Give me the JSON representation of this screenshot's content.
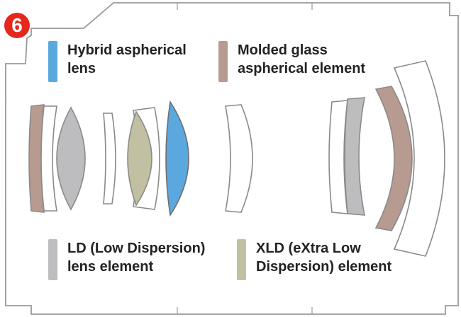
{
  "figure": {
    "number": "6"
  },
  "legend": [
    {
      "key": "hybrid",
      "lines": [
        "Hybrid aspherical",
        "lens"
      ],
      "color": "#5aa8de"
    },
    {
      "key": "molded",
      "lines": [
        "Molded glass",
        "aspherical element"
      ],
      "color": "#b79a90"
    },
    {
      "key": "ld",
      "lines": [
        "LD (Low Dispersion)",
        "lens element"
      ],
      "color": "#bdbdbf"
    },
    {
      "key": "xld",
      "lines": [
        "XLD (eXtra Low",
        "Dispersion) element"
      ],
      "color": "#c2c0a2"
    }
  ],
  "colors": {
    "outline": "#9a9a9a",
    "hybrid": "#5aa8de",
    "molded": "#b79a90",
    "ld": "#bdbdbf",
    "xld": "#c2c0a2"
  }
}
